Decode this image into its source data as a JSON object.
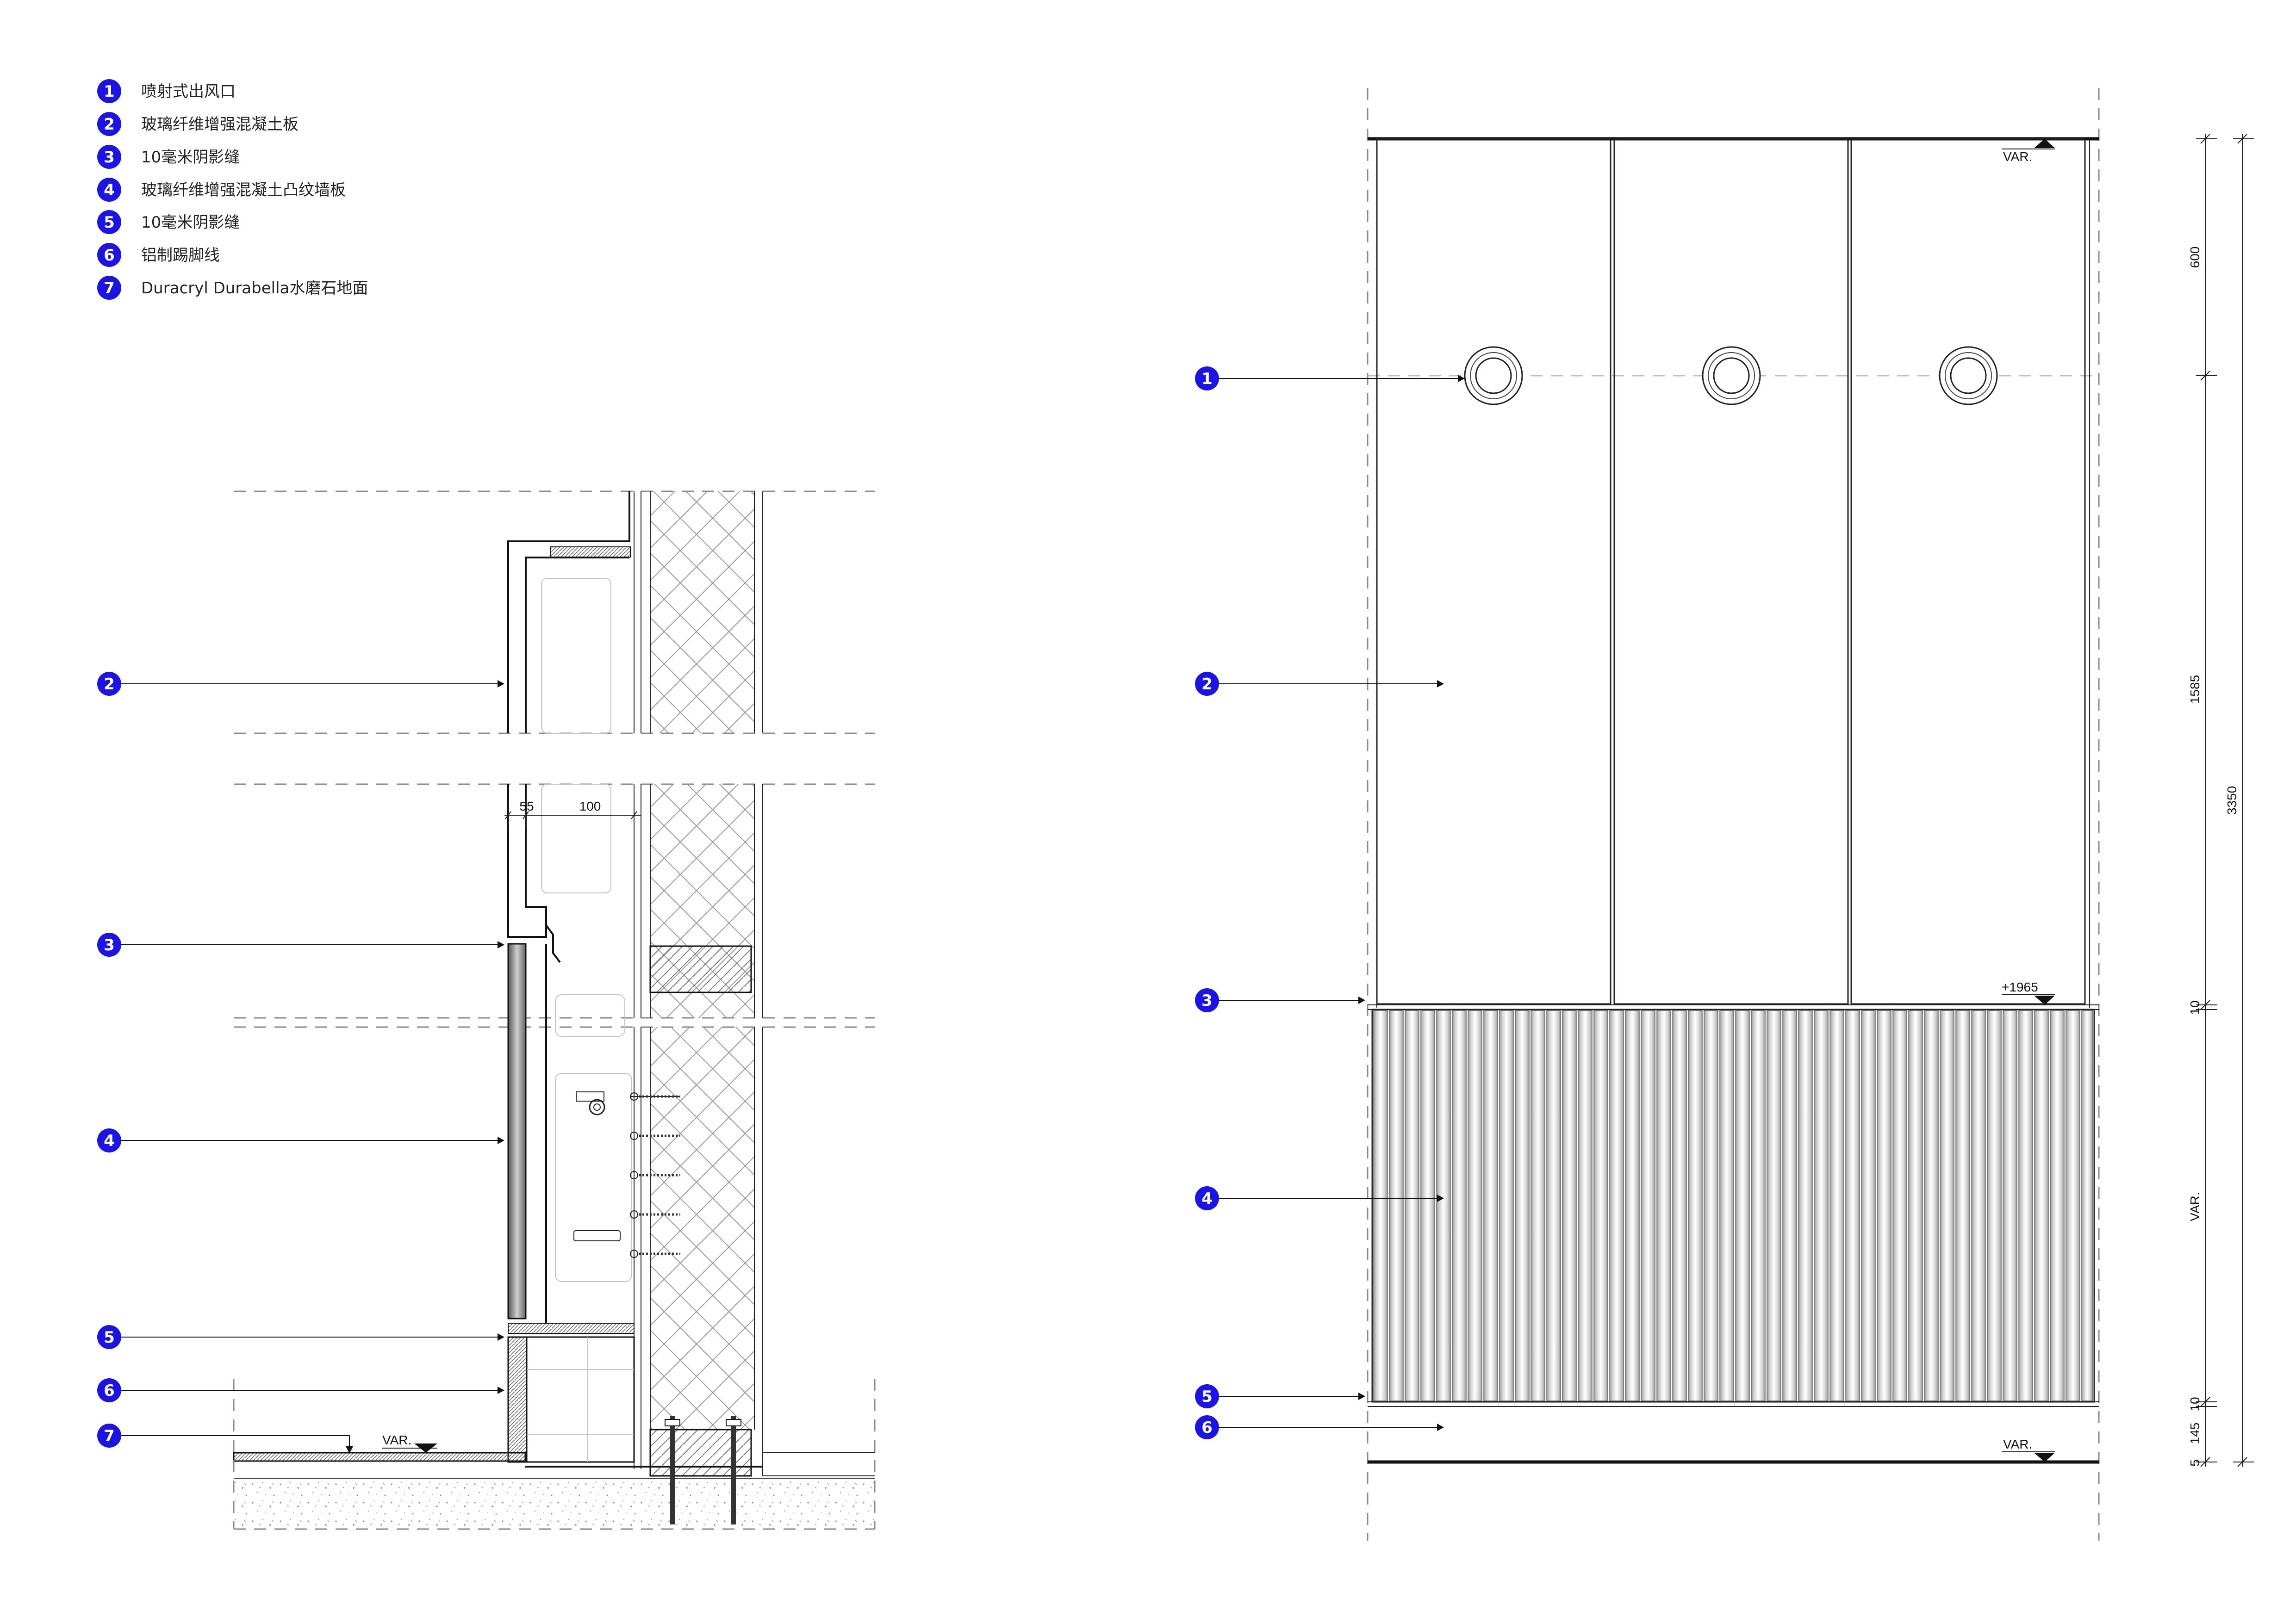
{
  "legend": [
    {
      "num": "1",
      "text": "喷射式出风口"
    },
    {
      "num": "2",
      "text": "玻璃纤维增强混凝土板"
    },
    {
      "num": "3",
      "text": "10毫米阴影缝"
    },
    {
      "num": "4",
      "text": "玻璃纤维增强混凝土凸纹墙板"
    },
    {
      "num": "5",
      "text": "10毫米阴影缝"
    },
    {
      "num": "6",
      "text": "铝制踢脚线"
    },
    {
      "num": "7",
      "text": "Duracryl Durabella水磨石地面"
    }
  ],
  "section": {
    "callouts": [
      "2",
      "3",
      "4",
      "5",
      "6",
      "7"
    ],
    "dim_55": "55",
    "dim_100": "100",
    "level_var": "VAR."
  },
  "elevation": {
    "callouts": [
      "1",
      "2",
      "3",
      "4",
      "5",
      "6"
    ],
    "level_top": "VAR.",
    "level_mid": "+1965",
    "level_bottom": "VAR.",
    "dims_right": [
      "600",
      "1585",
      "10",
      "VAR.",
      "10",
      "145",
      "5"
    ],
    "dim_total": "3350"
  },
  "colors": {
    "badge": "#1a14e6",
    "line": "#111111"
  }
}
